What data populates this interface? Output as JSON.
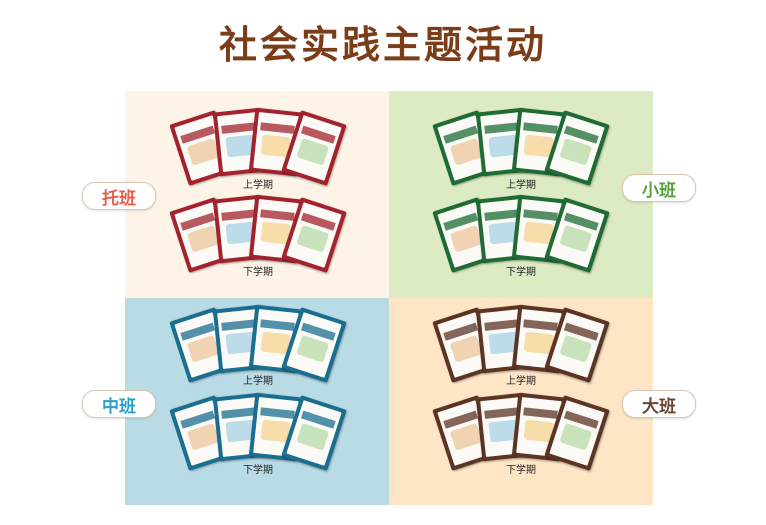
{
  "title": "社会实践主题活动",
  "classes": [
    {
      "key": "tl",
      "name": "托班",
      "color": "#e3604a",
      "card_color": "#a2232e",
      "terms": [
        "上学期",
        "下学期"
      ]
    },
    {
      "key": "tr",
      "name": "小班",
      "color": "#57a23c",
      "card_color": "#1e6b34",
      "terms": [
        "上学期",
        "下学期"
      ]
    },
    {
      "key": "bl",
      "name": "中班",
      "color": "#2a9fd0",
      "card_color": "#1a6e8f",
      "terms": [
        "上学期",
        "下学期"
      ]
    },
    {
      "key": "br",
      "name": "大班",
      "color": "#6b4630",
      "card_color": "#5b3424",
      "terms": [
        "上学期",
        "下学期"
      ]
    }
  ]
}
